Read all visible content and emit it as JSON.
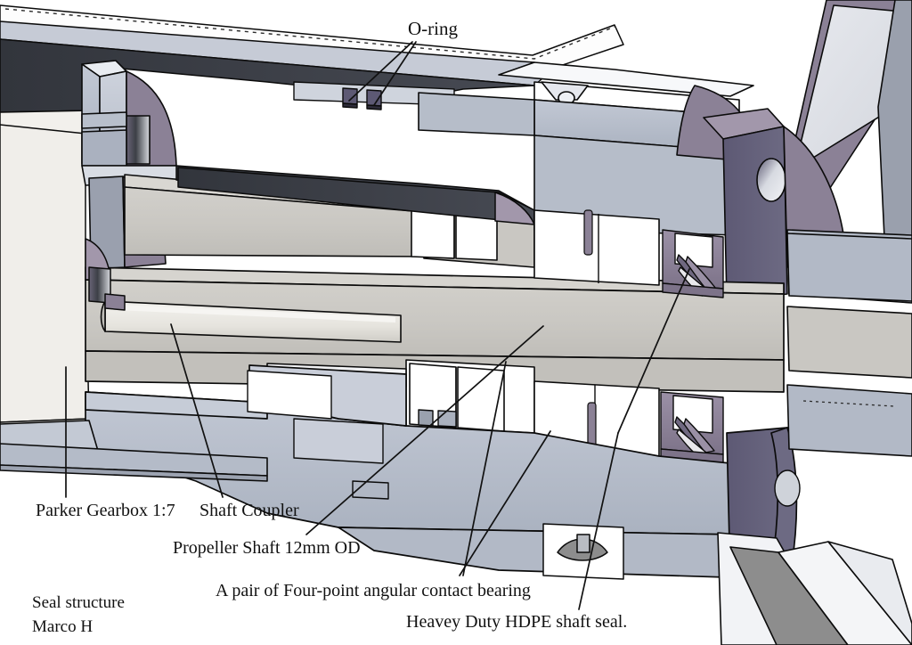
{
  "figure": {
    "title": "Seal structure",
    "author": "Marco H",
    "type": "CAD cross-section drawing",
    "background": "#ffffff"
  },
  "annotations": {
    "oring": "O-ring",
    "gearbox": "Parker Gearbox 1:7",
    "coupler": "Shaft Coupler",
    "propeller_shaft": "Propeller Shaft 12mm OD",
    "bearing": "A pair of Four-point angular contact bearing",
    "hdpe_seal": "Heavey Duty HDPE shaft seal.",
    "seal_title": "Seal structure",
    "author": "Marco H"
  },
  "colors": {
    "body_blue_gray": "#b2b9c6",
    "body_blue_gray_light": "#c3c9d4",
    "shaft_warm_gray": "#c9c7c2",
    "dark_slate": "#3e4149",
    "purple_accent": "#635f7a",
    "mauve": "#8b8196",
    "mauve_light": "#a297ab",
    "cream": "#f0eeea",
    "white_face": "#ffffff",
    "off_white": "#e8eaee",
    "outline": "#0b0b0b",
    "fin_gray": "#8d8d8d"
  },
  "parts": [
    {
      "name": "gearbox-housing",
      "label": "Parker Gearbox 1:7",
      "color": "#f0eeea"
    },
    {
      "name": "shaft-coupler",
      "label": "Shaft Coupler",
      "color": "#b2b9c6"
    },
    {
      "name": "propeller-shaft",
      "label": "Propeller Shaft 12mm OD",
      "color": "#c9c7c2"
    },
    {
      "name": "angular-contact-bearing-pair",
      "label": "A pair of Four-point angular contact bearing",
      "color": "#ffffff",
      "count": 2
    },
    {
      "name": "hdpe-shaft-seal",
      "label": "Heavey Duty HDPE shaft seal.",
      "color": "#8b8196"
    },
    {
      "name": "o-ring",
      "label": "O-ring",
      "color": "#635f7a",
      "count": 2
    }
  ]
}
